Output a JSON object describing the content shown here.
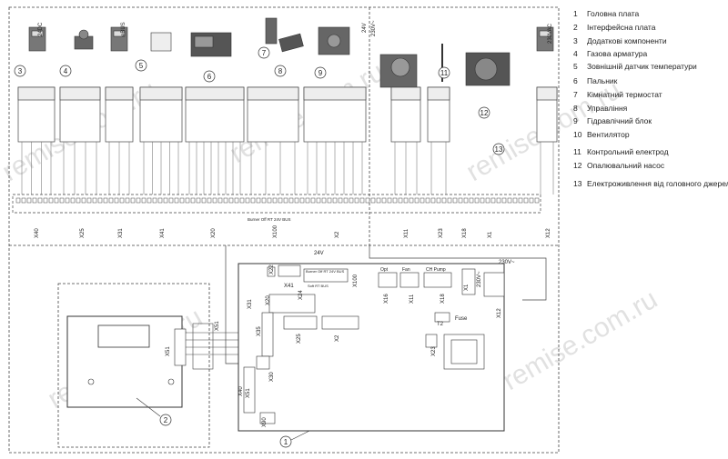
{
  "legend": [
    {
      "num": "1",
      "text": "Головна плата"
    },
    {
      "num": "2",
      "text": "Інтерфейсна плата"
    },
    {
      "num": "3",
      "text": "Додаткові компоненти"
    },
    {
      "num": "4",
      "text": "Газова арматура"
    },
    {
      "num": "5",
      "text": "Зовнішній датчик температури"
    },
    {
      "num": "6",
      "text": "Пальник"
    },
    {
      "num": "7",
      "text": "Кімнатний термостат"
    },
    {
      "num": "8",
      "text": "Управління"
    },
    {
      "num": "9",
      "text": "Гідравлічний блок"
    },
    {
      "num": "10",
      "text": "Вентилятор"
    },
    {
      "num": "11",
      "text": "Контрольний електрод"
    },
    {
      "num": "12",
      "text": "Опалювальний насос"
    },
    {
      "num": "13",
      "text": "Електроживлення від головного джерела"
    }
  ],
  "top_labels": {
    "dc24": "24DC",
    "ebus": "eBUS",
    "v24": "24V",
    "v230": "230V~",
    "v230ac": "230VAC"
  },
  "connectors_top": [
    "X40",
    "X25",
    "X31",
    "X41",
    "X20",
    "X100",
    "X2",
    "X11",
    "X23",
    "X18",
    "X1",
    "X12"
  ],
  "sub_labels": {
    "x100_pins": "Burner Off  RT  24V   BUS",
    "v24_mid": "24V",
    "v230_mid": "230V~"
  },
  "board_labels": {
    "x22": "X22",
    "x41": "X41",
    "x24": "X24",
    "x100": "X100",
    "x100_pins_top": "Burner Off  RT  24V  BUS",
    "x100_pins_bot": "Soft   RT    BUS",
    "opt": "Opt",
    "fan": "Fan",
    "ch_pump": "CH Pump",
    "x16": "X16",
    "x11": "X11",
    "x18": "X18",
    "x1": "X1",
    "v230": "230V~",
    "x12": "X12",
    "x20": "X20",
    "x31": "X31",
    "x35": "X35",
    "x25": "X25",
    "x2": "X2",
    "x30": "X30",
    "x40": "X40",
    "x51_board": "X51",
    "x90": "X90",
    "t2": "T2",
    "fuse": "Fuse",
    "x23": "X23",
    "x51_interface": "X51"
  },
  "watermark": "remise.com.ru"
}
